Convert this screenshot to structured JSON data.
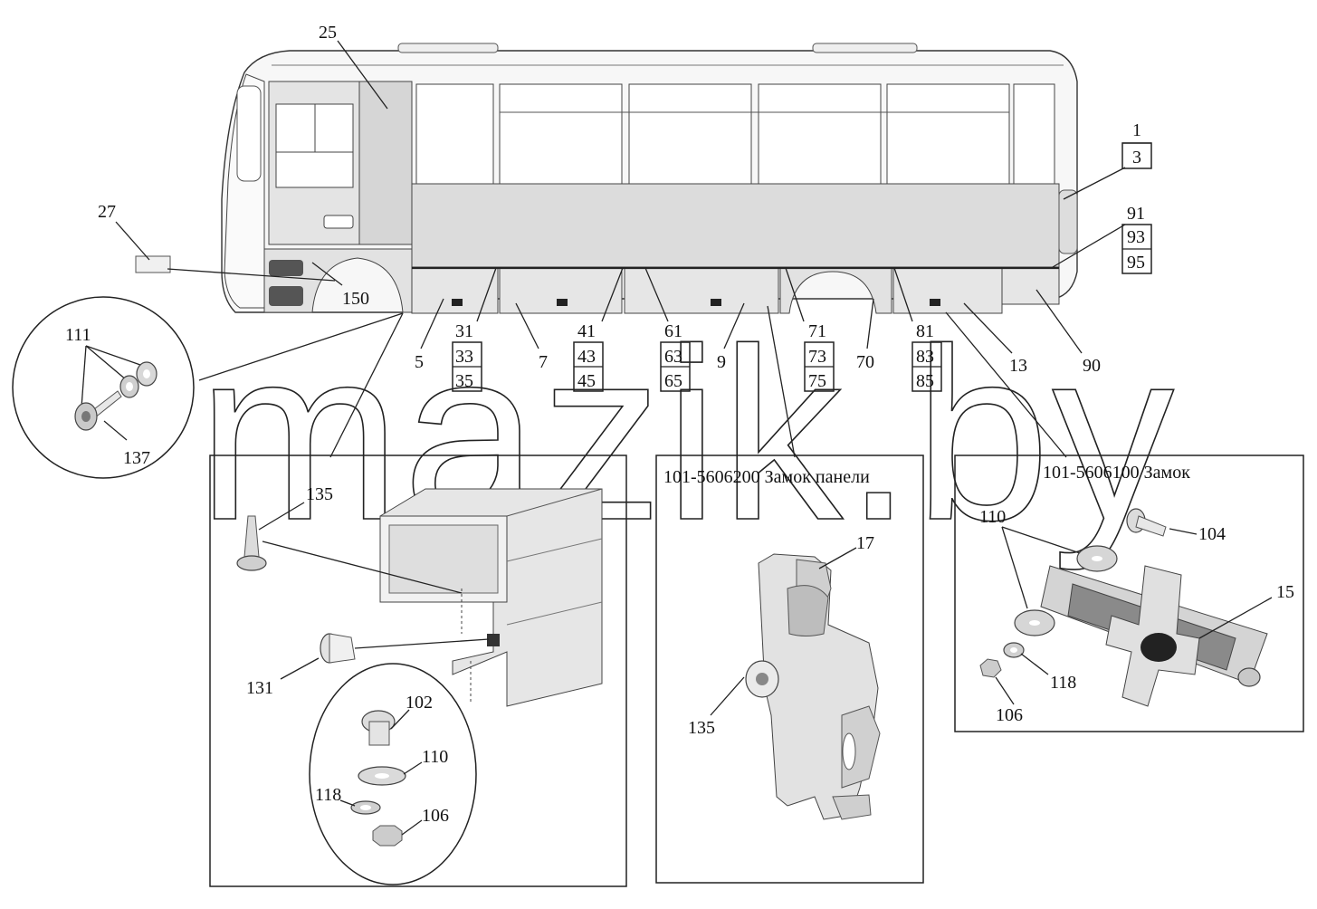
{
  "watermark": "mazik.by",
  "panels": {
    "lock_panel_title": "101-5606200 Замок панели",
    "lock_title": "101-5606100 Замок"
  },
  "callouts": {
    "c25": "25",
    "c27": "27",
    "c150": "150",
    "c111": "111",
    "c137": "137",
    "c1": "1",
    "c3": "3",
    "c91": "91",
    "c93": "93",
    "c95": "95",
    "c5": "5",
    "c31": "31",
    "c33": "33",
    "c35": "35",
    "c7": "7",
    "c41": "41",
    "c43": "43",
    "c45": "45",
    "c61": "61",
    "c63": "63",
    "c65": "65",
    "c9": "9",
    "c71": "71",
    "c73": "73",
    "c75": "75",
    "c70": "70",
    "c81": "81",
    "c83": "83",
    "c85": "85",
    "c13": "13",
    "c90": "90",
    "c135a": "135",
    "c131": "131",
    "c102": "102",
    "c110a": "110",
    "c118a": "118",
    "c106a": "106",
    "c17": "17",
    "c135b": "135",
    "c110b": "110",
    "c104": "104",
    "c15": "15",
    "c118b": "118",
    "c106b": "106"
  },
  "colors": {
    "panel": "#dcdcdc",
    "line": "#222222",
    "part": "#bfbfbf"
  }
}
